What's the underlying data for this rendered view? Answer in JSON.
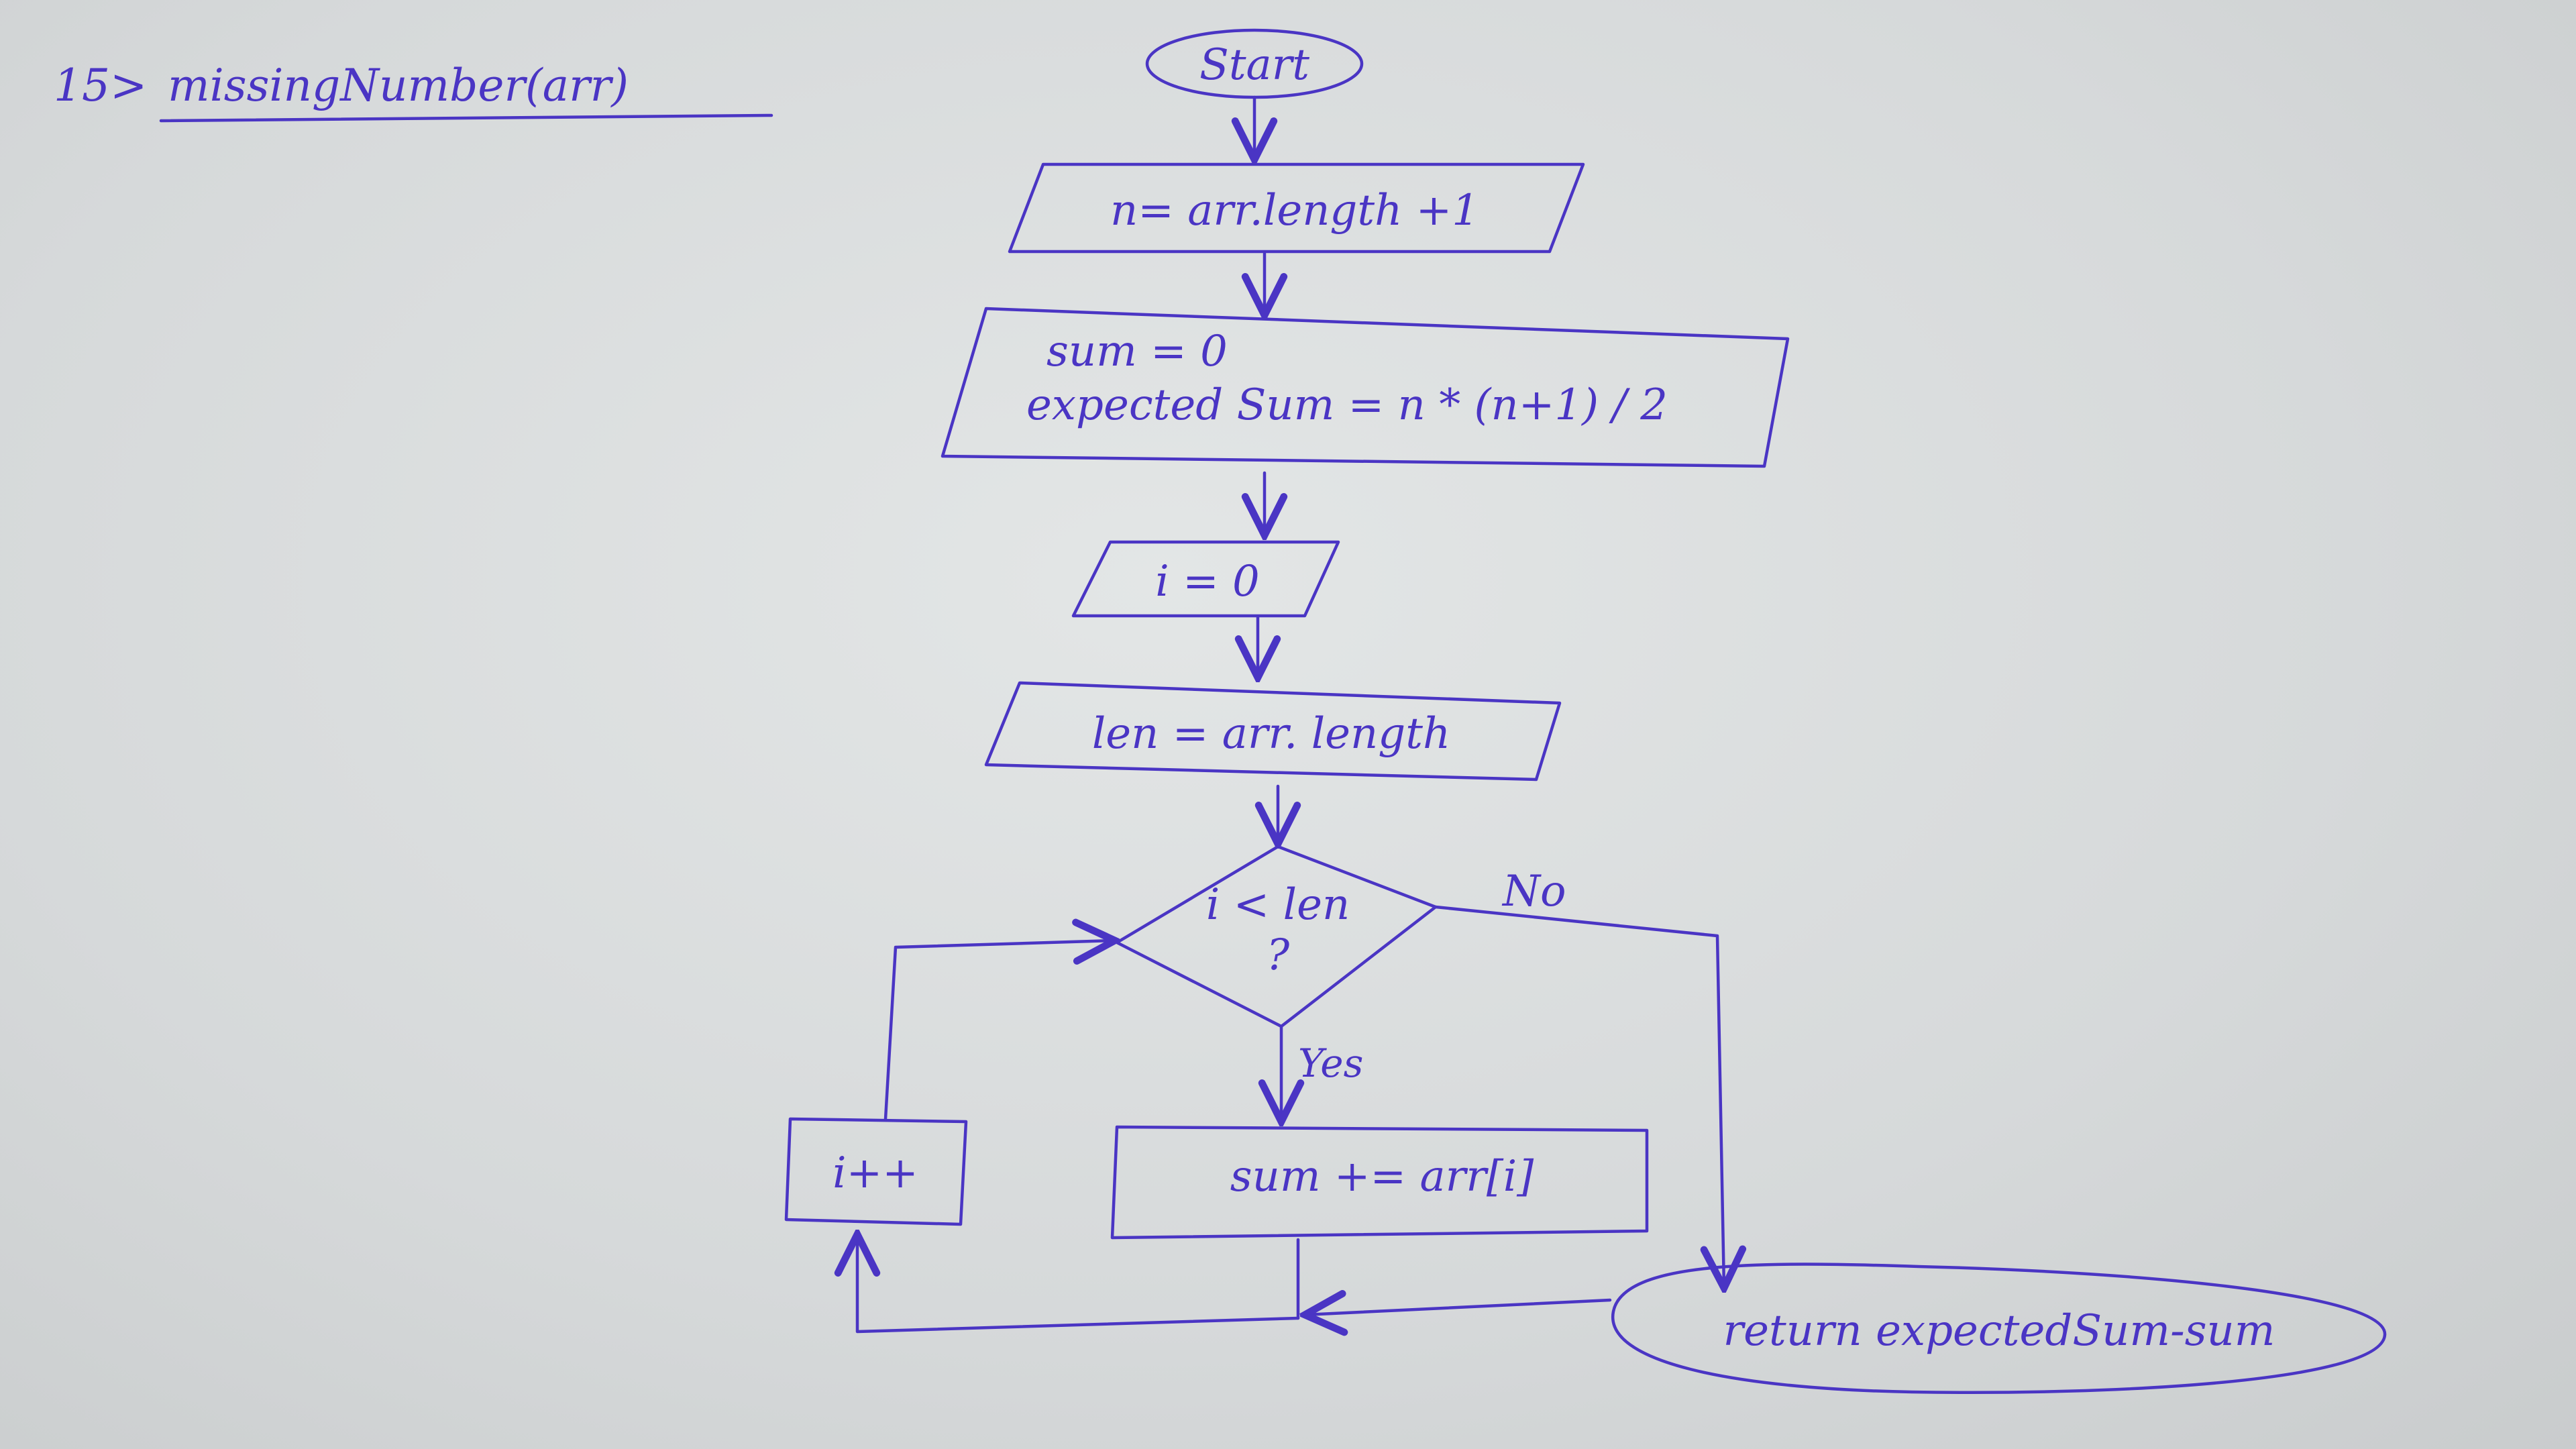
{
  "title": {
    "number": "15>",
    "text": "missingNumber(arr)"
  },
  "nodes": {
    "start": "Start",
    "init_n": "n= arr.length +1",
    "init_sum": "sum = 0",
    "init_expected": "expected Sum = n * (n+1) / 2",
    "init_i": "i = 0",
    "init_len": "len = arr. length",
    "decision_line1": "i < len",
    "decision_line2": "?",
    "sum_update": "sum += arr[i]",
    "increment": "i++",
    "end": "return expectedSum-sum"
  },
  "edges": {
    "yes": "Yes",
    "no": "No"
  }
}
